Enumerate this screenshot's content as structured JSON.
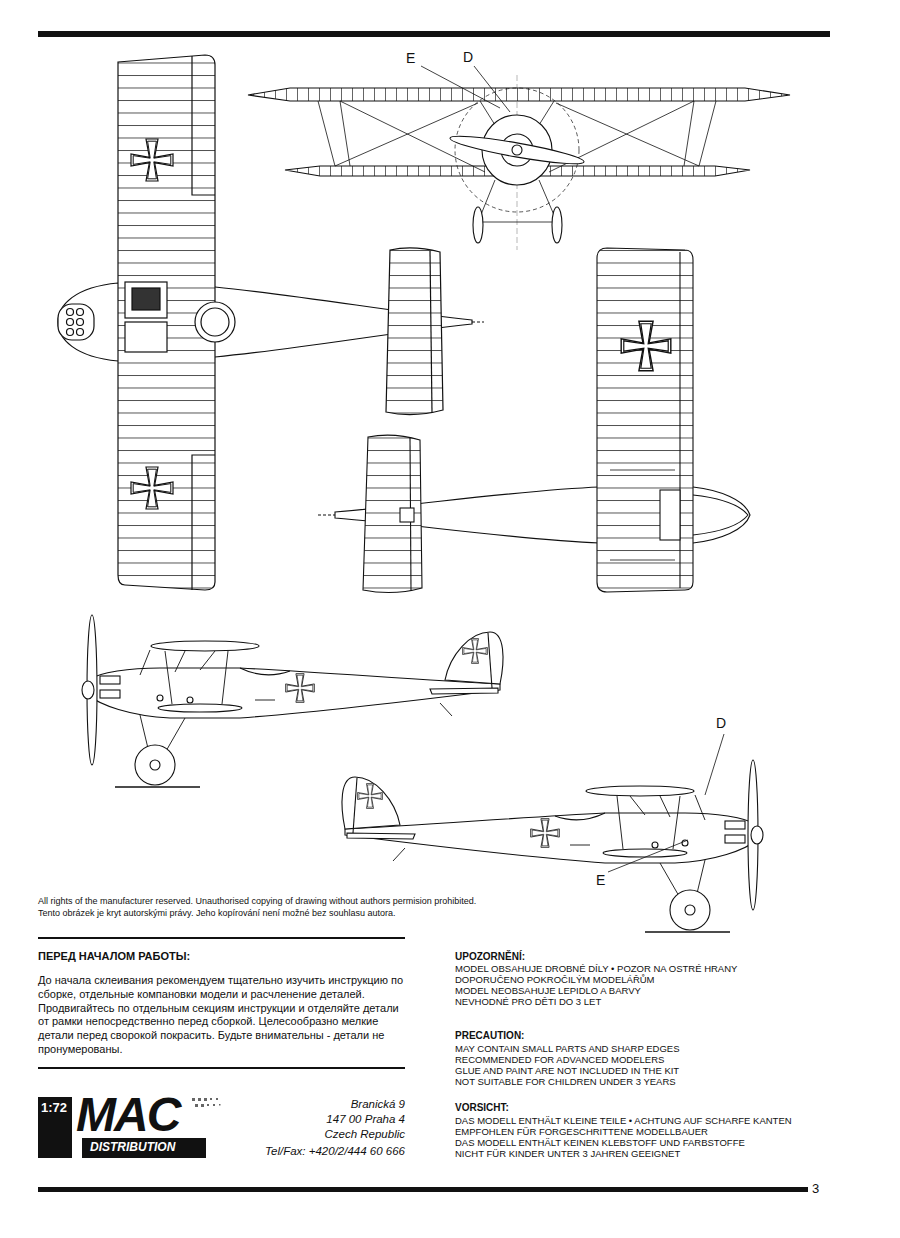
{
  "diagram": {
    "labels": [
      "E",
      "D",
      "D",
      "E",
      "All rights of the manufacturer reserved. Unauthorised copying of drawing without authors permision prohibited.",
      "Tento obrázek je kryt autorskými právy. Jeho kopírování není možné bez souhlasu autora.",
      "ПЕРЕД НАЧАЛОМ РАБОТЫ:",
      "До начала склеивания рекомендуем тщательно изучить инструкцию по сборке, отдельные компановки модели и расчленение деталей. Продвигайтесь по отдельным секциям инструкции и отделяйте детали от рамки непосредственно перед сборкой. Целесообразно мелкие детали перед сворокой покрасить. Будьте внимательны - детали не пронумерованы.",
      "UPOZORNĚNÍ:",
      "MODEL OBSAHUJE DROBNÉ DÍLY • POZOR NA OSTRÉ HRANY",
      "DOPORUČENO POKROČILÝM MODELÁŘŮM",
      "MODEL NEOBSAHUJE LEPIDLO A BARVY",
      "NEVHODNÉ PRO DĚTI DO 3 LET",
      "PRECAUTION:",
      "MAY CONTAIN SMALL PARTS AND SHARP EDGES",
      "RECOMMENDED FOR ADVANCED MODELERS",
      "GLUE AND PAINT ARE NOT INCLUDED IN THE KIT",
      "NOT SUITABLE FOR CHILDREN UNDER 3 YEARS",
      "VORSICHT:",
      "DAS MODELL ENTHÄLT KLEINE TEILE • ACHTUNG AUF SCHARFE KANTEN",
      "EMPFOHLEN FÜR FORGESCHRITTENE MODELLBAUER",
      "DAS MODELL ENTHÄLT KEINEN KLEBSTOFF UND FARBSTOFFE",
      "NICHT FÜR KINDER UNTER 3 JAHREN GEEIGNET",
      "1:72",
      "MAC",
      "DISTRIBUTION",
      "Branická 9",
      "147 00 Praha 4",
      "Czech Republic",
      "Tel/Fax: +420/2/444 60 666",
      "3"
    ]
  }
}
